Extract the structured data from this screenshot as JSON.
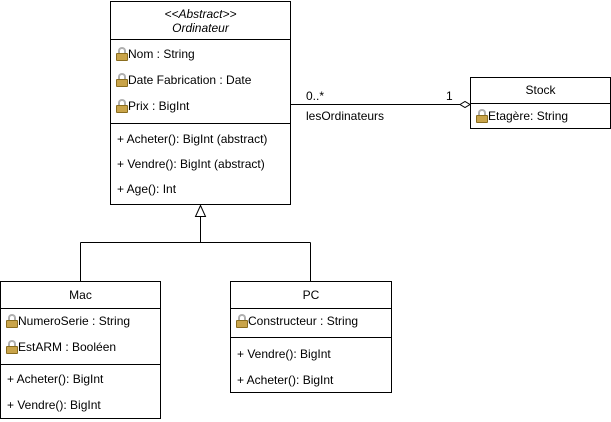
{
  "classes": {
    "ordinateur": {
      "stereotype": "<<Abstract>>",
      "name": "Ordinateur",
      "attributes": [
        "Nom : String",
        "Date Fabrication : Date",
        "Prix : BigInt"
      ],
      "operations": [
        "+ Acheter(): BigInt (abstract)",
        "+ Vendre(): BigInt (abstract)",
        "+ Age(): Int"
      ]
    },
    "stock": {
      "name": "Stock",
      "attributes": [
        "Etagère: String"
      ]
    },
    "mac": {
      "name": "Mac",
      "attributes": [
        "NumeroSerie : String",
        "EstARM : Booléen"
      ],
      "operations": [
        "+ Acheter(): BigInt",
        "+ Vendre(): BigInt"
      ]
    },
    "pc": {
      "name": "PC",
      "attributes": [
        "Constructeur : String"
      ],
      "operations": [
        "+ Vendre(): BigInt",
        "+ Acheter(): BigInt"
      ]
    }
  },
  "association": {
    "source_multiplicity": "0..*",
    "target_multiplicity": "1",
    "role": "lesOrdinateurs"
  }
}
